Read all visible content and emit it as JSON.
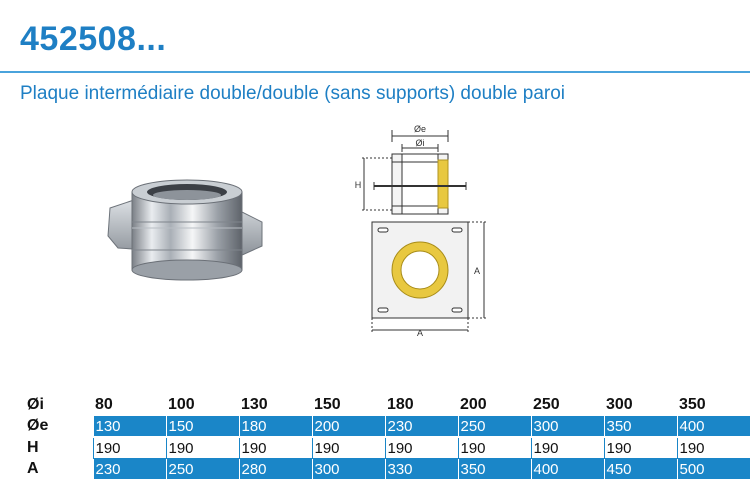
{
  "header": {
    "code": "452508...",
    "description": "Plaque intermédiaire double/double (sans supports) double paroi"
  },
  "drawing": {
    "label_oe": "Øe",
    "label_oi": "Øi",
    "label_h": "H",
    "label_a_right": "A",
    "label_a_bottom": "A"
  },
  "table": {
    "rows": [
      {
        "label": "Øi",
        "values": [
          "80",
          "100",
          "130",
          "150",
          "180",
          "200",
          "250",
          "300",
          "350"
        ]
      },
      {
        "label": "Øe",
        "values": [
          "130",
          "150",
          "180",
          "200",
          "230",
          "250",
          "300",
          "350",
          "400"
        ]
      },
      {
        "label": "H",
        "values": [
          "190",
          "190",
          "190",
          "190",
          "190",
          "190",
          "190",
          "190",
          "190"
        ]
      },
      {
        "label": "A",
        "values": [
          "230",
          "250",
          "280",
          "300",
          "330",
          "350",
          "400",
          "450",
          "500"
        ]
      }
    ]
  },
  "colors": {
    "accent": "#1e7fc4",
    "table_blue": "#1a86c8",
    "insulation_yellow": "#e8c840"
  }
}
